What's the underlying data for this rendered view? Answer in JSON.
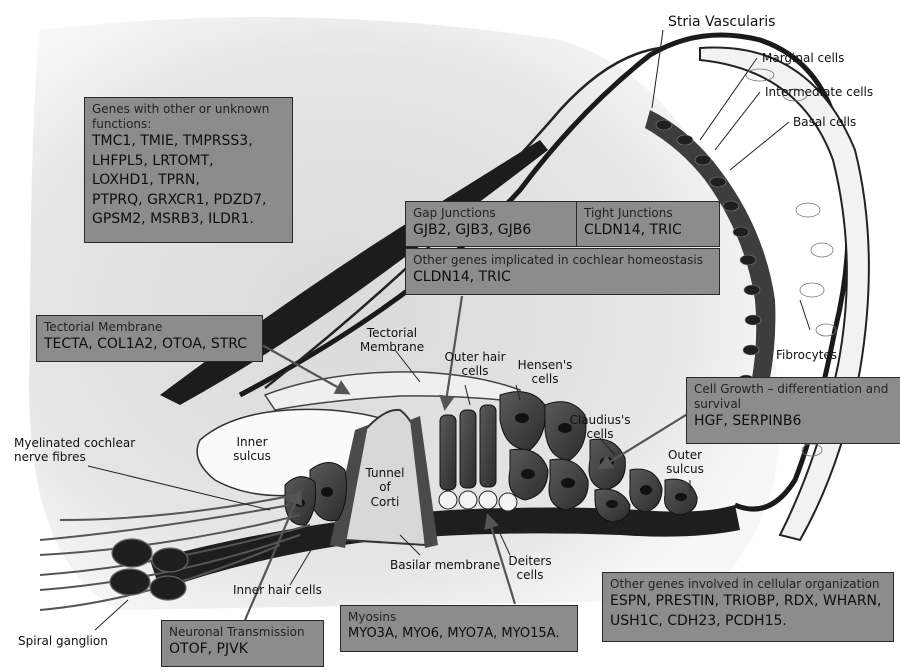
{
  "labels": {
    "stria_vascularis": "Stria Vascularis",
    "marginal_cells": "Marginal cells",
    "intermediate_cells": "Intermediate cells",
    "basal_cells": "Basal cells",
    "fibrocytes": "Fibrocytes",
    "tectorial_membrane": [
      "Tectorial",
      "Membrane"
    ],
    "outer_hair_cells": [
      "Outer hair",
      "cells"
    ],
    "hensens_cells": [
      "Hensen's",
      "cells"
    ],
    "claudius_cells": [
      "Claudius's",
      "cells"
    ],
    "outer_sulcus": [
      "Outer",
      "sulcus"
    ],
    "inner_sulcus": [
      "Inner",
      "sulcus"
    ],
    "myelinated_fibres": [
      "Myelinated cochlear",
      "nerve fibres"
    ],
    "tunnel_of_corti": [
      "Tunnel",
      "of",
      "Corti"
    ],
    "basilar_membrane": "Basilar membrane",
    "deiters_cells": [
      "Deiters",
      "cells"
    ],
    "inner_hair_cells": "Inner hair cells",
    "spiral_ganglion": "Spiral ganglion"
  },
  "boxes": {
    "other_unknown": {
      "heading": [
        "Genes with other or unknown",
        "functions:"
      ],
      "genes": [
        "TMC1, TMIE, TMPRSS3,",
        "LHFPL5, LRTOMT,",
        "LOXHD1, TPRN,",
        "PTPRQ, GRXCR1, PDZD7,",
        "GPSM2, MSRB3, ILDR1."
      ]
    },
    "gap_junctions": {
      "heading": "Gap Junctions",
      "genes": "GJB2, GJB3, GJB6"
    },
    "tight_junctions": {
      "heading": "Tight Junctions",
      "genes": "CLDN14, TRIC"
    },
    "homeostasis": {
      "heading": "Other genes implicated in cochlear homeostasis",
      "genes": "CLDN14, TRIC"
    },
    "tectorial": {
      "heading": "Tectorial Membrane",
      "genes": "TECTA, COL1A2, OTOA, STRC"
    },
    "cell_growth": {
      "heading": [
        "Cell Growth – differentiation and",
        "survival"
      ],
      "genes": "HGF, SERPINB6"
    },
    "cellular_org": {
      "heading": "Other genes involved in cellular organization",
      "genes": [
        "ESPN, PRESTIN, TRIOBP, RDX, WHARN,",
        "USH1C, CDH23, PCDH15."
      ]
    },
    "myosins": {
      "heading": "Myosins",
      "genes": "MYO3A, MYO6, MYO7A, MYO15A."
    },
    "neuronal": {
      "heading": "Neuronal Transmission",
      "genes": "OTOF, PJVK"
    }
  },
  "colors": {
    "box_fill": "#8c8c8c",
    "box_border": "#2a2a2a",
    "cell_dark": "#3a3a3a",
    "nucleus": "#141414",
    "bone": "#1e1e1e",
    "background_haze": "#d4d4d4"
  }
}
